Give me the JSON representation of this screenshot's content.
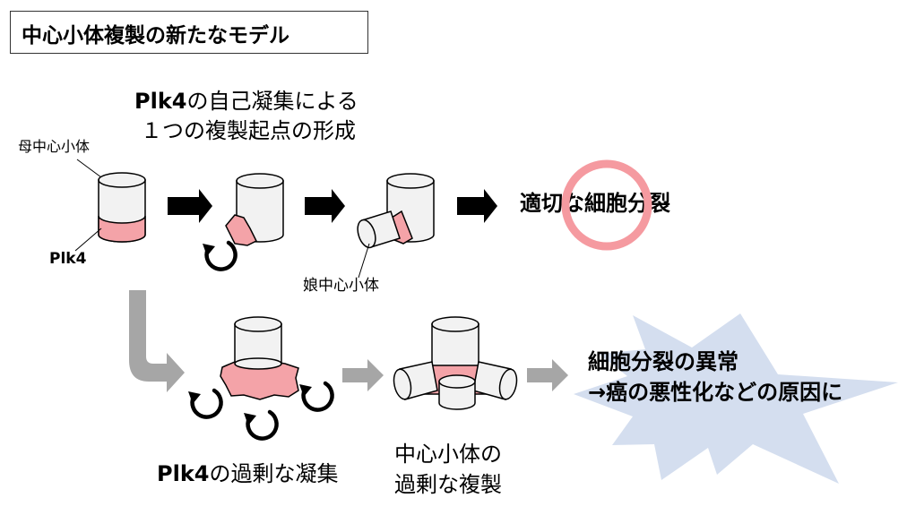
{
  "title": "中心小体複製の新たなモデル",
  "top_caption": {
    "line1_bold": "Plk4",
    "line1_rest": "の自己凝集による",
    "line2": "１つの複製起点の形成"
  },
  "labels": {
    "mother_centriole": "母中心小体",
    "plk4": "Plk4",
    "daughter_centriole": "娘中心小体",
    "appropriate_division": "適切な細胞分裂",
    "excess_bold": "Plk4",
    "excess_rest": "の過剰な凝集",
    "over_dup_line1": "中心小体の",
    "over_dup_line2": "過剰な複製",
    "abnormal_line1": "細胞分裂の異常",
    "abnormal_line2": "→癌の悪性化などの原因に"
  },
  "colors": {
    "plk4_pink": "#f4a3a8",
    "ring_pink": "#f59aa0",
    "burst_blue": "#d4deef",
    "arrow_black": "#000000",
    "arrow_gray": "#a6a6a6",
    "cylinder_fill": "#f2f2f2"
  },
  "icons": [
    "arrow-right-icon",
    "circular-arrow-icon",
    "ring-icon",
    "burst-icon"
  ]
}
